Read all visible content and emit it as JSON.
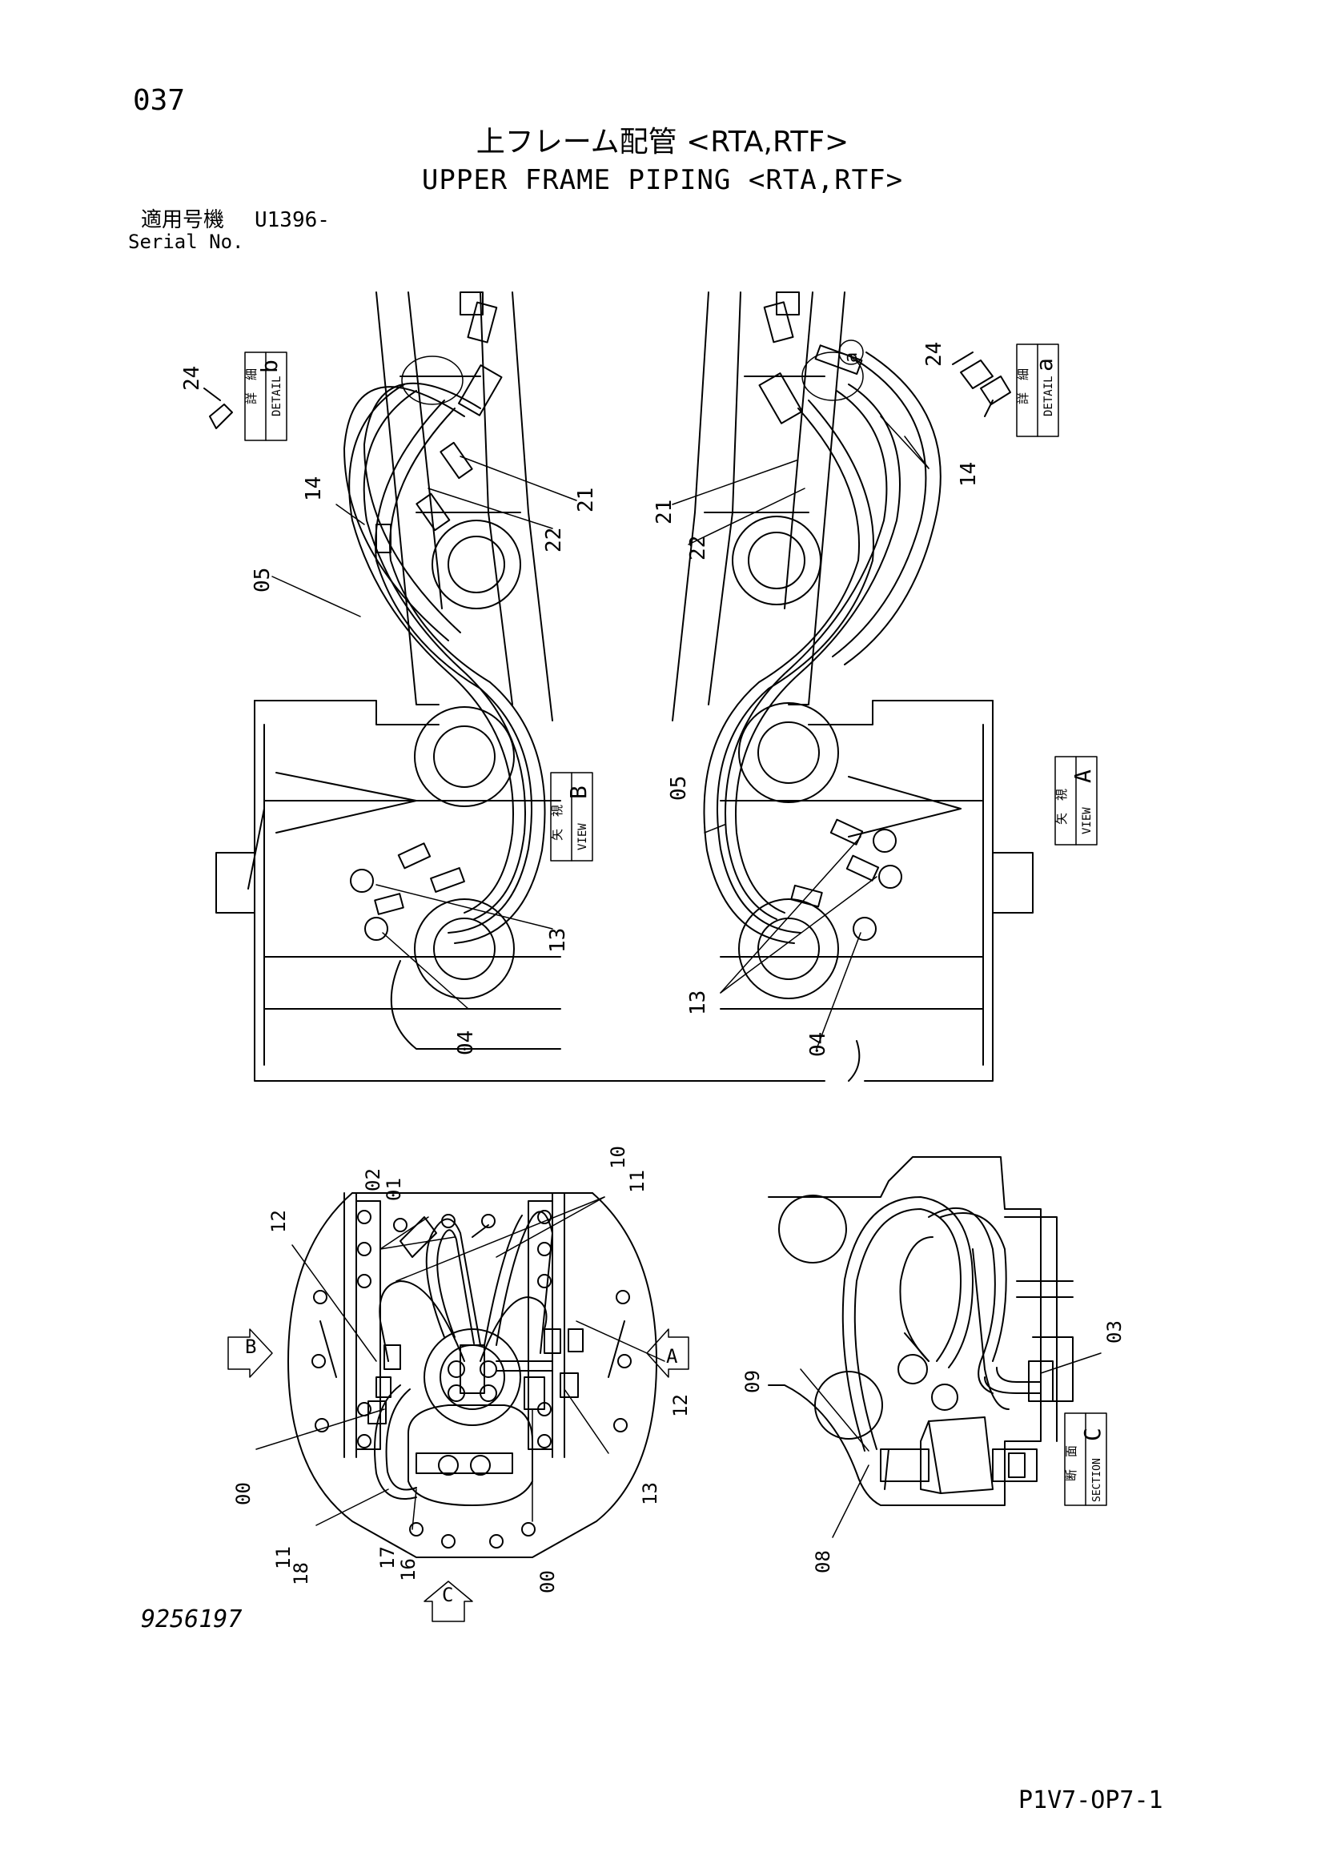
{
  "page_number": "037",
  "title_jp": "上フレーム配管 <RTA,RTF>",
  "title_en": "UPPER FRAME PIPING <RTA,RTF>",
  "serial": {
    "label_jp": "適用号機",
    "value": "U1396-",
    "label_en": "Serial No."
  },
  "drawing_number": "9256197",
  "document_code": "P1V7-OP7-1",
  "views": {
    "detail_b": {
      "label_jp": "詳　細",
      "label_en": "DETAIL",
      "letter": "b"
    },
    "detail_a": {
      "label_jp": "詳　細",
      "label_en": "DETAIL",
      "letter": "a"
    },
    "view_b": {
      "label_jp": "矢　視",
      "label_en": "VIEW",
      "letter": "B"
    },
    "view_a": {
      "label_jp": "矢　視",
      "label_en": "VIEW",
      "letter": "A"
    },
    "section_c": {
      "label_jp": "断　面",
      "label_en": "SECTION",
      "letter": "C"
    }
  },
  "part_callouts": {
    "left_view": [
      "24",
      "14",
      "05",
      "21",
      "22",
      "13",
      "04"
    ],
    "right_view": [
      "24",
      "14",
      "21",
      "22",
      "05",
      "13",
      "04"
    ],
    "bottom_left": [
      "02",
      "01",
      "10",
      "11",
      "12",
      "12",
      "00",
      "13",
      "11",
      "18",
      "17",
      "16",
      "00"
    ],
    "bottom_right": [
      "03",
      "09",
      "08"
    ]
  },
  "arrow_markers": {
    "b": "B",
    "a": "A",
    "c": "C"
  },
  "detail_marker_a": "a"
}
